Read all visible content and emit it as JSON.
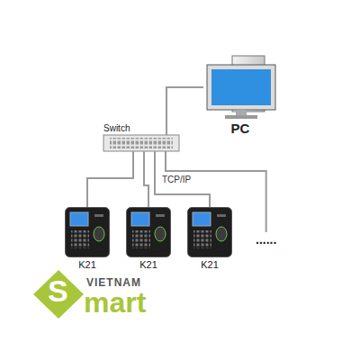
{
  "diagram": {
    "nodes": [
      {
        "text": [
          "PC"
        ]
      },
      {
        "text": [
          "Switch"
        ]
      },
      {
        "text": [
          "K21"
        ]
      },
      {
        "text": [
          "K21"
        ]
      },
      {
        "text": [
          "K21"
        ]
      },
      {
        "text": [
          "......"
        ]
      }
    ],
    "edges": [
      {
        "from": 1,
        "to": 0,
        "arrow": "none"
      },
      {
        "from": 1,
        "to": 2,
        "arrow": "none"
      },
      {
        "from": 1,
        "to": 3,
        "arrow": "none"
      },
      {
        "from": 1,
        "to": 4,
        "arrow": "none"
      },
      {
        "from": 1,
        "to": 5,
        "arrow": "none"
      }
    ],
    "labels": [
      "TCP/IP",
      "VIETNAM",
      "S",
      "mart"
    ]
  }
}
